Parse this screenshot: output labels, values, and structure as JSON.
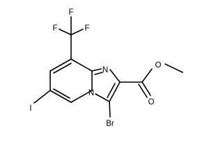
{
  "molecule": {
    "atoms": {
      "f_top": "F",
      "f_left": "F",
      "f_right": "F",
      "n_imidazole": "N",
      "n_bridge": "N",
      "o_ester": "O",
      "o_carbonyl": "O",
      "iodine": "I",
      "bromine": "Br"
    }
  },
  "colors": {
    "bond": "#000000",
    "label": "#000000",
    "background": "#ffffff"
  }
}
